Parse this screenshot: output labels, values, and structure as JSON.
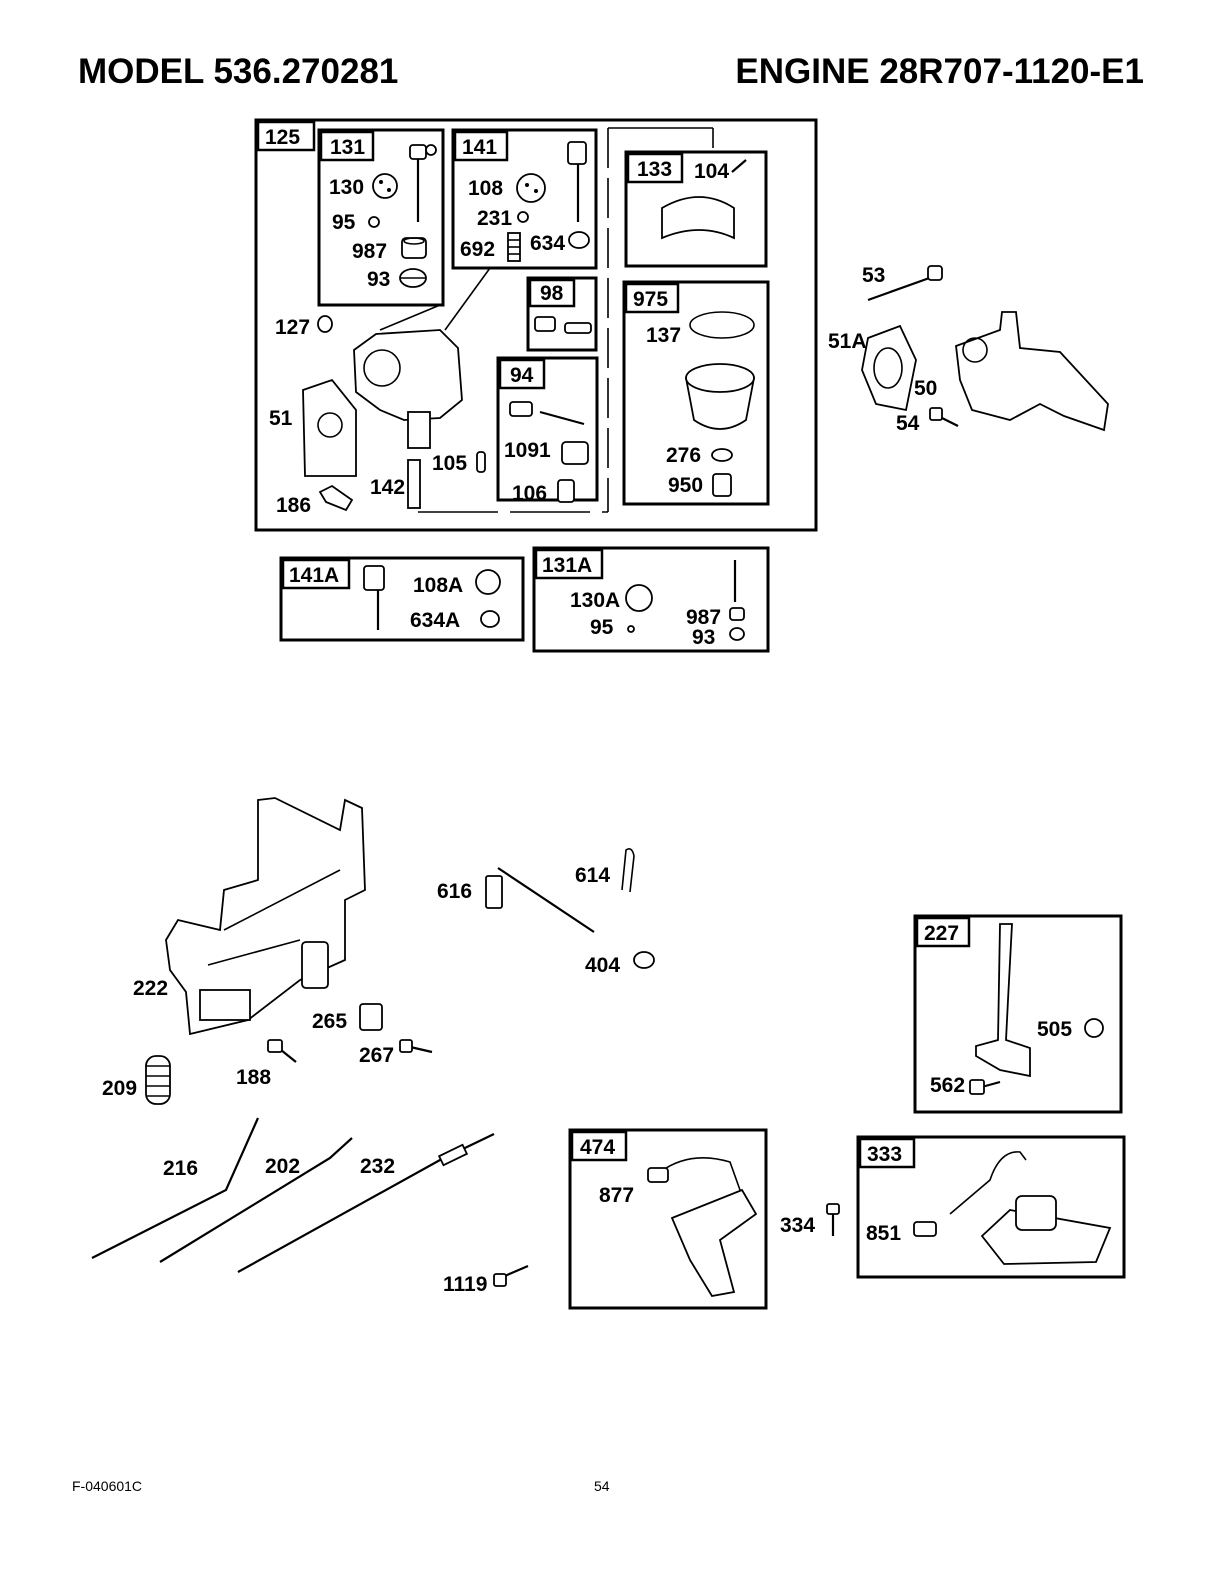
{
  "header": {
    "model": "MODEL 536.270281",
    "engine": "ENGINE 28R707-1120-E1"
  },
  "footer": {
    "code": "F-040601C",
    "page": "54"
  },
  "callouts": {
    "c125": "125",
    "c131": "131",
    "c130": "130",
    "c95": "95",
    "c987": "987",
    "c93": "93",
    "c141": "141",
    "c108": "108",
    "c231": "231",
    "c692": "692",
    "c634": "634",
    "c133": "133",
    "c104": "104",
    "c98": "98",
    "c975": "975",
    "c137": "137",
    "c94": "94",
    "c1091": "1091",
    "c276": "276",
    "c950": "950",
    "c106": "106",
    "c127": "127",
    "c51": "51",
    "c186": "186",
    "c142": "142",
    "c105": "105",
    "c53": "53",
    "c51A": "51A",
    "c50": "50",
    "c54": "54",
    "c141A": "141A",
    "c108A": "108A",
    "c634A": "634A",
    "c131A": "131A",
    "c130A": "130A",
    "c95b": "95",
    "c987b": "987",
    "c93b": "93",
    "c616": "616",
    "c614": "614",
    "c404": "404",
    "c222": "222",
    "c265": "265",
    "c267": "267",
    "c188": "188",
    "c209": "209",
    "c216": "216",
    "c202": "202",
    "c232": "232",
    "c1119": "1119",
    "c474": "474",
    "c877": "877",
    "c334": "334",
    "c227": "227",
    "c505": "505",
    "c562": "562",
    "c333": "333",
    "c851": "851"
  }
}
